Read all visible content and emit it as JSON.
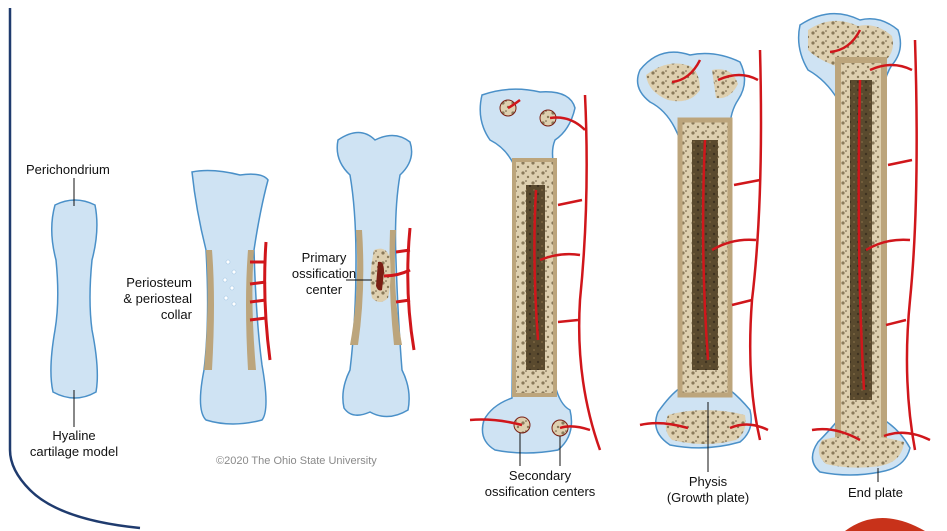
{
  "labels": {
    "perichondrium": "Perichondrium",
    "hyaline_1": "Hyaline",
    "hyaline_2": "cartilage model",
    "periosteum_1": "Periosteum",
    "periosteum_2": "& periosteal",
    "periosteum_3": "collar",
    "primary_1": "Primary",
    "primary_2": "ossification",
    "primary_3": "center",
    "secondary_1": "Secondary",
    "secondary_2": "ossification centers",
    "physis_1": "Physis",
    "physis_2": "(Growth plate)",
    "end_plate": "End plate"
  },
  "copyright": "©2020 The Ohio State University",
  "colors": {
    "cartilage": "#cfe3f3",
    "cartilage_edge": "#4a90c8",
    "collar": "#cdbb95",
    "spongy": "#d9c8a6",
    "marrow": "#5a4a2e",
    "vessel": "#d0161b",
    "frame": "#1f3b6e"
  },
  "stages": [
    "cartilage-model",
    "periosteal-collar",
    "primary-ossification",
    "secondary-ossification",
    "growth-plate",
    "end-plate"
  ]
}
